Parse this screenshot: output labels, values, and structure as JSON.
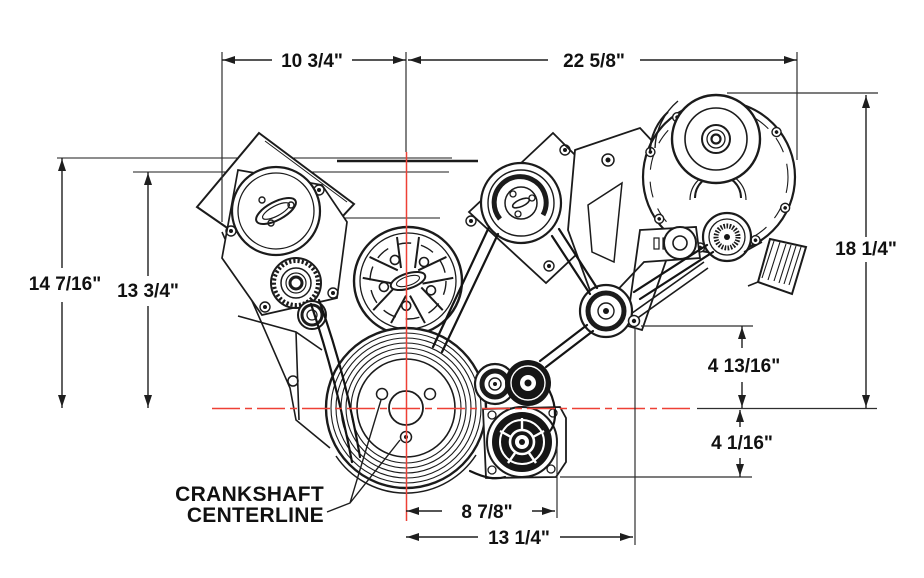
{
  "diagram": {
    "kind": "engine-front-accessory-drive-dimension-drawing",
    "dimensions": {
      "top_left_width": {
        "label": "10 3/4\""
      },
      "top_right_width": {
        "label": "22 5/8\""
      },
      "left_outer_height": {
        "label": "14 7/16\""
      },
      "left_inner_height": {
        "label": "13 3/4\""
      },
      "right_height": {
        "label": "18 1/4\""
      },
      "right_upper_offset": {
        "label": "4 13/16\""
      },
      "right_lower_offset": {
        "label": "4 1/16\""
      },
      "bottom_inner_width": {
        "label": "8 7/8\""
      },
      "bottom_outer_width": {
        "label": "13 1/4\""
      }
    },
    "callout": {
      "line1": "CRANKSHAFT",
      "line2": "CENTERLINE"
    },
    "colors": {
      "line": "#1b1b1b",
      "centerline_red": "#ee4035",
      "dim_line": "#1e1e1e"
    }
  }
}
